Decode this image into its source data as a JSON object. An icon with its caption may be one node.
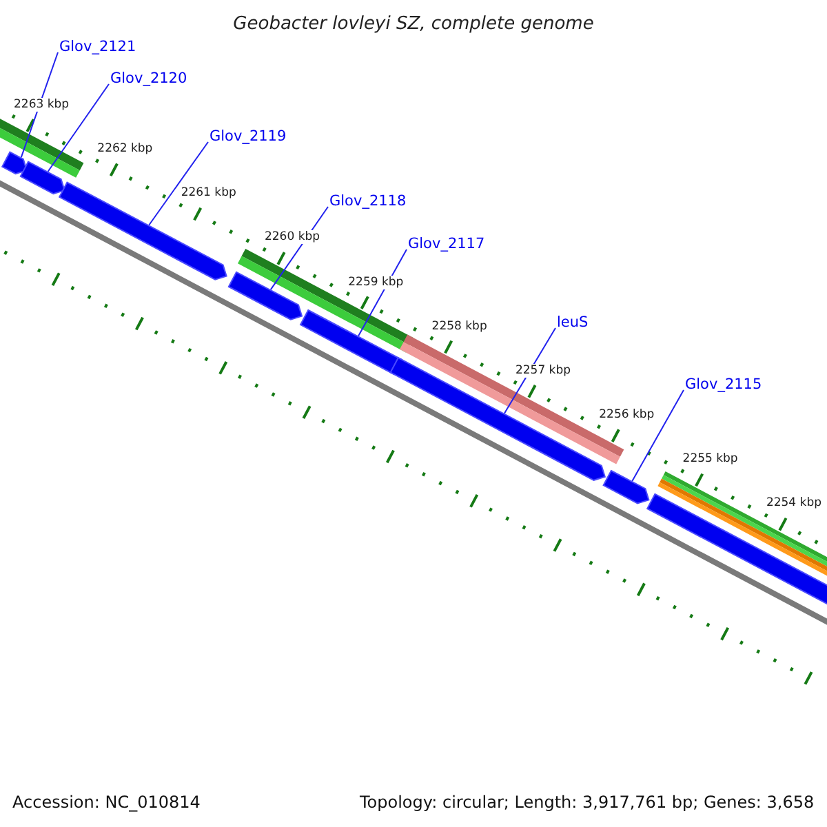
{
  "diagram": {
    "title": "Geobacter lovleyi SZ, complete genome",
    "nodes": [
      {
        "text": [
          "Glov_2121"
        ]
      },
      {
        "text": [
          "Glov_2120"
        ]
      },
      {
        "text": [
          "Glov_2119"
        ]
      },
      {
        "text": [
          "Glov_2118"
        ]
      },
      {
        "text": [
          "Glov_2117"
        ]
      },
      {
        "text": [
          "leuS"
        ]
      },
      {
        "text": [
          "Glov_2115"
        ]
      },
      {
        "text": [],
        "shape": "arrow"
      },
      {
        "text": [],
        "shape": "arrow"
      },
      {
        "text": [],
        "shape": "arrow"
      },
      {
        "text": [],
        "shape": "arrow"
      },
      {
        "text": [],
        "shape": "arrow"
      },
      {
        "text": [],
        "shape": "arrow"
      },
      {
        "text": [],
        "shape": "arrow"
      },
      {
        "text": [],
        "shape": "arrow"
      }
    ],
    "edges": [
      {
        "from": 0,
        "to": 7,
        "arrow": "none"
      },
      {
        "from": 1,
        "to": 8,
        "arrow": "none"
      },
      {
        "from": 2,
        "to": 9,
        "arrow": "none"
      },
      {
        "from": 3,
        "to": 10,
        "arrow": "none"
      },
      {
        "from": 4,
        "to": 11,
        "arrow": "none"
      },
      {
        "from": 5,
        "to": 12,
        "arrow": "none"
      },
      {
        "from": 6,
        "to": 13,
        "arrow": "none"
      }
    ],
    "labels": [
      "2263 kbp",
      "2262 kbp",
      "2261 kbp",
      "2260 kbp",
      "2259 kbp",
      "2258 kbp",
      "2257 kbp",
      "2256 kbp",
      "2255 kbp",
      "2254 kbp",
      "Accession: NC_010814",
      "Topology: circular; Length: 3,917,761 bp; Genes: 3,658"
    ]
  }
}
